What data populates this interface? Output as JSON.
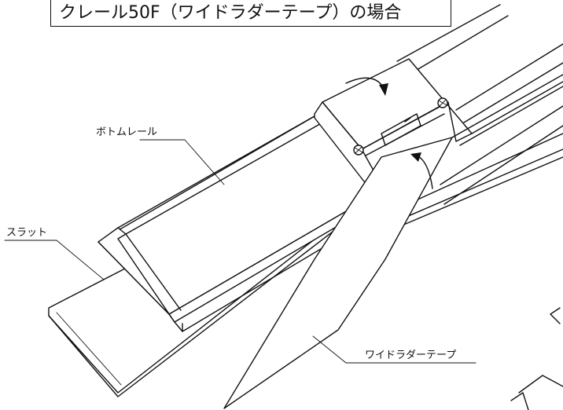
{
  "title": "クレール50F（ワイドラダーテープ）の場合",
  "labels": {
    "bottom_rail": "ボトムレール",
    "slat": "スラット",
    "wide_ladder_tape": "ワイドラダーテープ"
  }
}
